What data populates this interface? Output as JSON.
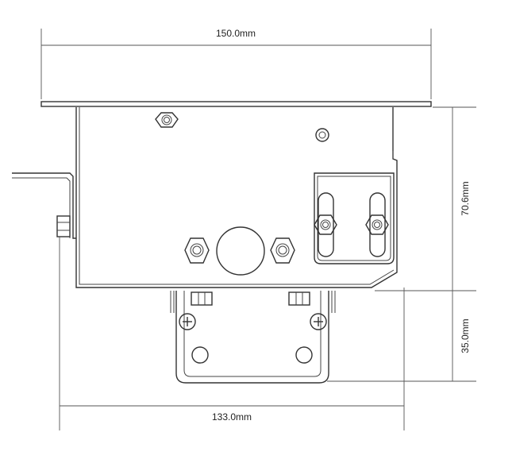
{
  "dimensions": {
    "top_width": "150.0mm",
    "right_upper_height": "70.6mm",
    "right_lower_height": "35.0mm",
    "bottom_width": "133.0mm"
  },
  "colors": {
    "line": "#333333",
    "text": "#222222",
    "background": "#ffffff"
  }
}
